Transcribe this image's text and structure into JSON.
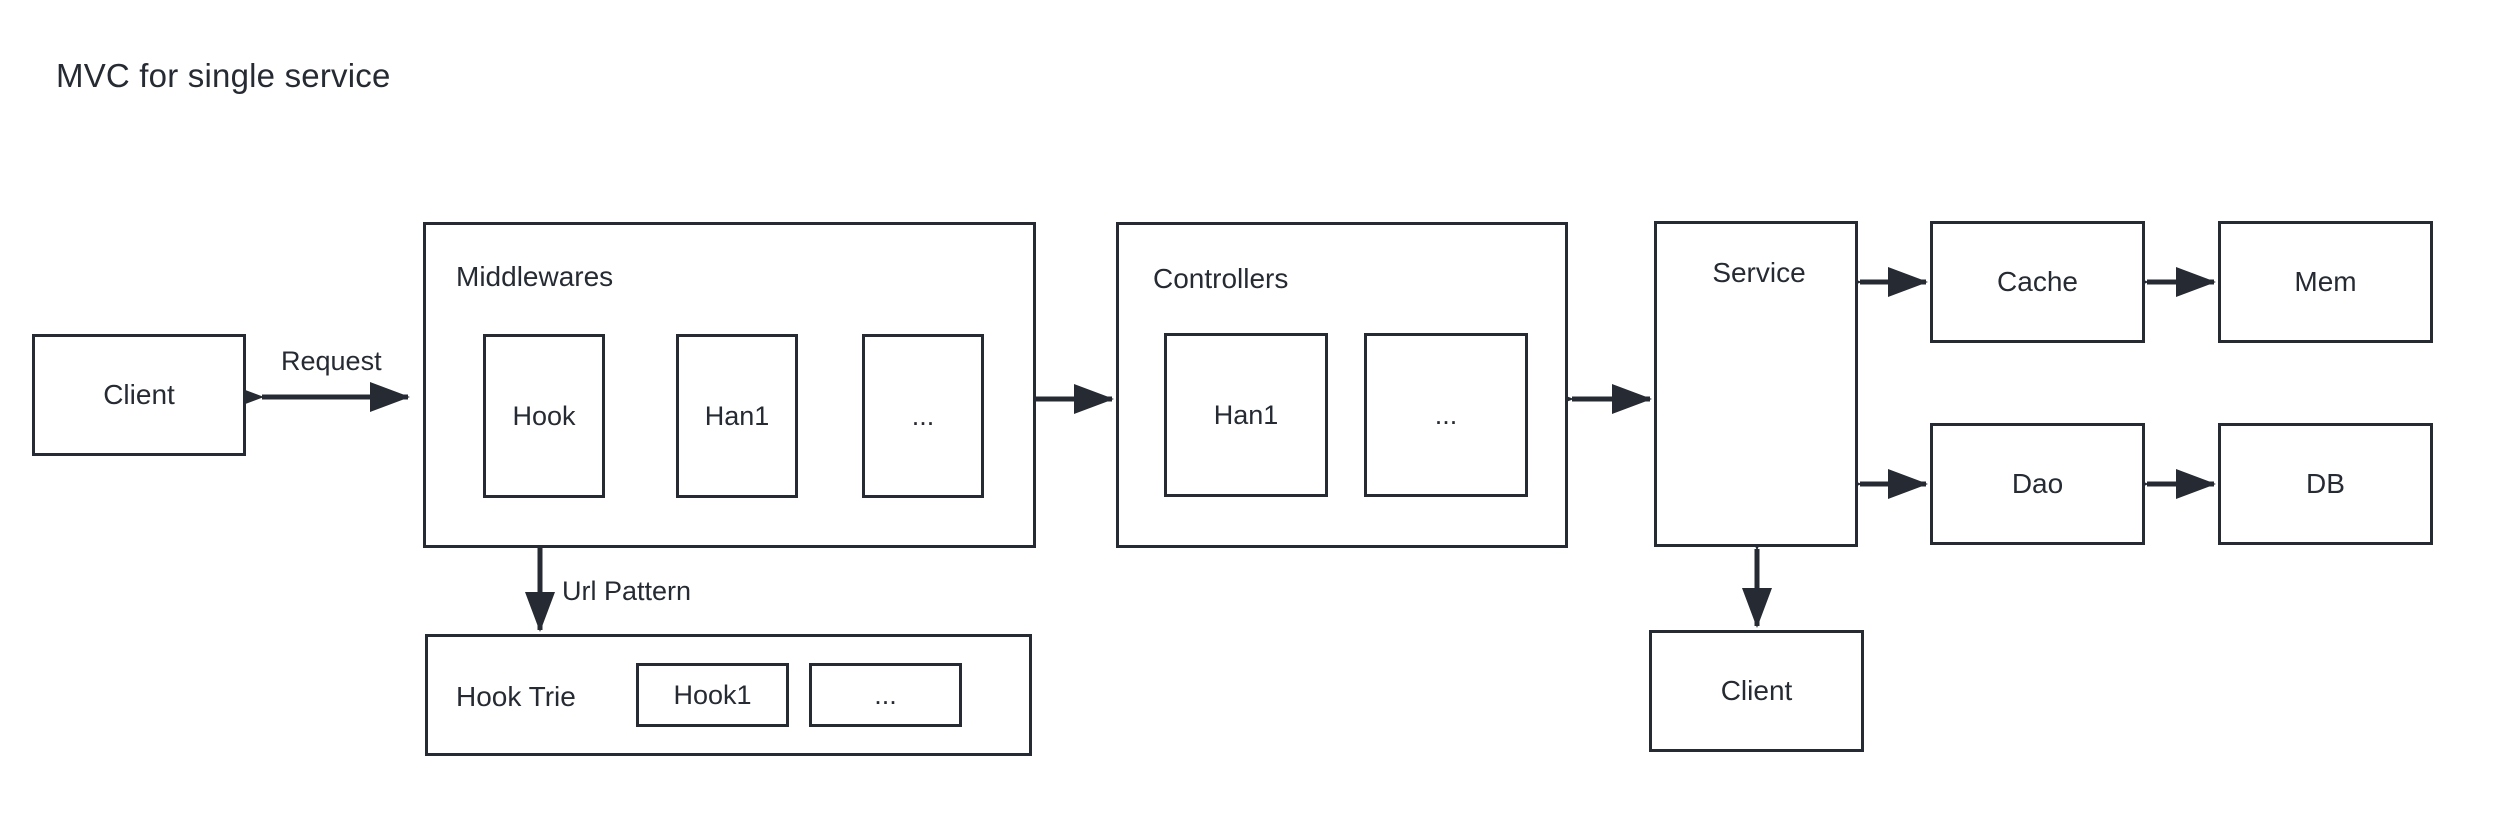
{
  "diagram": {
    "title": "MVC for single service",
    "type": "block-diagram",
    "stroke_color": "#262b33",
    "background_color": "#ffffff",
    "nodes": {
      "client_left": {
        "label": "Client"
      },
      "middlewares": {
        "label": "Middlewares",
        "children": [
          {
            "label": "Hook"
          },
          {
            "label": "Han1"
          },
          {
            "label": "..."
          }
        ]
      },
      "controllers": {
        "label": "Controllers",
        "children": [
          {
            "label": "Han1"
          },
          {
            "label": "..."
          }
        ]
      },
      "service": {
        "label": "Service"
      },
      "cache": {
        "label": "Cache"
      },
      "mem": {
        "label": "Mem"
      },
      "dao": {
        "label": "Dao"
      },
      "db": {
        "label": "DB"
      },
      "client_bottom": {
        "label": "Client"
      },
      "hook_trie": {
        "label": "Hook Trie",
        "children": [
          {
            "label": "Hook1"
          },
          {
            "label": "..."
          }
        ]
      }
    },
    "edge_labels": {
      "request": "Request",
      "url_pattern": "Url Pattern"
    },
    "edges": [
      {
        "from": "client_left",
        "to": "middlewares",
        "label": "Request",
        "direction": "both"
      },
      {
        "from": "hook",
        "to": "han1",
        "direction": "forward"
      },
      {
        "from": "han1",
        "to": "hook",
        "direction": "forward"
      },
      {
        "from": "han1",
        "to": "dots",
        "direction": "forward"
      },
      {
        "from": "dots",
        "to": "han1",
        "direction": "forward"
      },
      {
        "from": "middlewares",
        "to": "controllers",
        "direction": "both"
      },
      {
        "from": "controllers",
        "to": "service",
        "direction": "both"
      },
      {
        "from": "service",
        "to": "cache",
        "direction": "both"
      },
      {
        "from": "cache",
        "to": "mem",
        "direction": "both"
      },
      {
        "from": "service",
        "to": "dao",
        "direction": "both"
      },
      {
        "from": "dao",
        "to": "db",
        "direction": "both"
      },
      {
        "from": "service",
        "to": "client_bottom",
        "direction": "both"
      },
      {
        "from": "hook",
        "to": "hook_trie",
        "label": "Url Pattern",
        "direction": "forward"
      }
    ]
  }
}
